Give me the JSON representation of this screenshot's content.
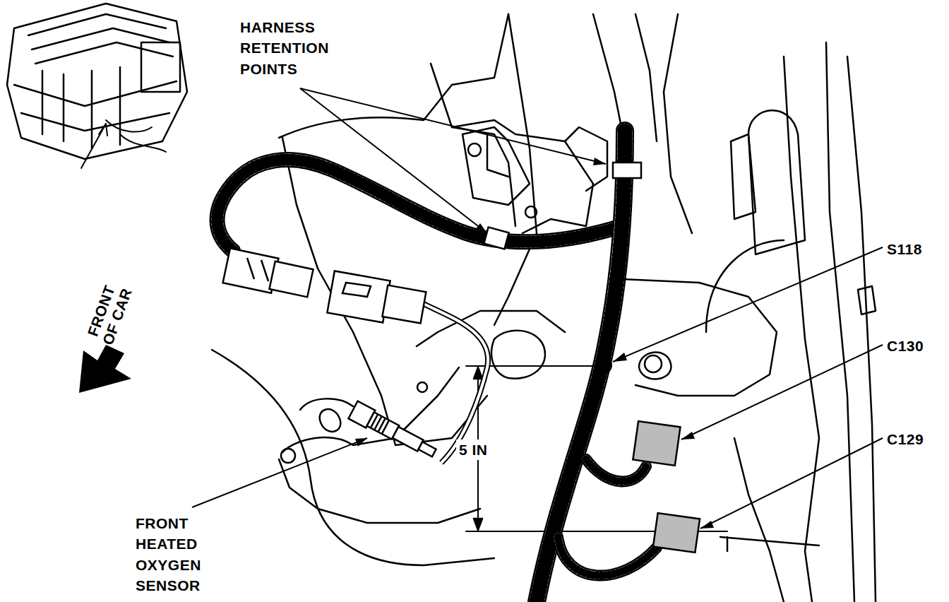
{
  "diagram": {
    "labels": [
      "HARNESS RETENTION POINTS",
      "S118",
      "C130",
      "C129",
      "FRONT OF CAR",
      "5 IN",
      "FRONT HEATED OXYGEN SENSOR"
    ]
  }
}
